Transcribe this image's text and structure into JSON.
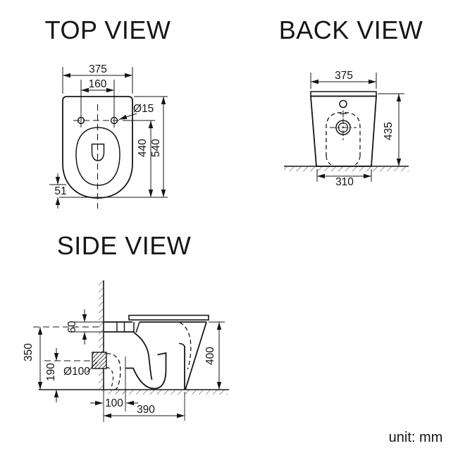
{
  "unit_label": "unit: mm",
  "colors": {
    "line": "#161616",
    "background": "#ffffff"
  },
  "views": {
    "top": {
      "title": "TOP VIEW",
      "dims": {
        "width": "375",
        "hole_spacing": "160",
        "hole_diameter": "Ø15",
        "depth": "540",
        "holes_to_front": "440",
        "front_offset": "51"
      }
    },
    "back": {
      "title": "BACK VIEW",
      "dims": {
        "width": "375",
        "height": "435",
        "base_width": "310"
      }
    },
    "side": {
      "title": "SIDE VIEW",
      "dims": {
        "inlet_height": "60",
        "inlet_center_height": "350",
        "outlet_center_height": "190",
        "outlet_diameter": "Ø100",
        "trap_offset": "100",
        "depth": "390",
        "bowl_height": "400"
      }
    }
  }
}
